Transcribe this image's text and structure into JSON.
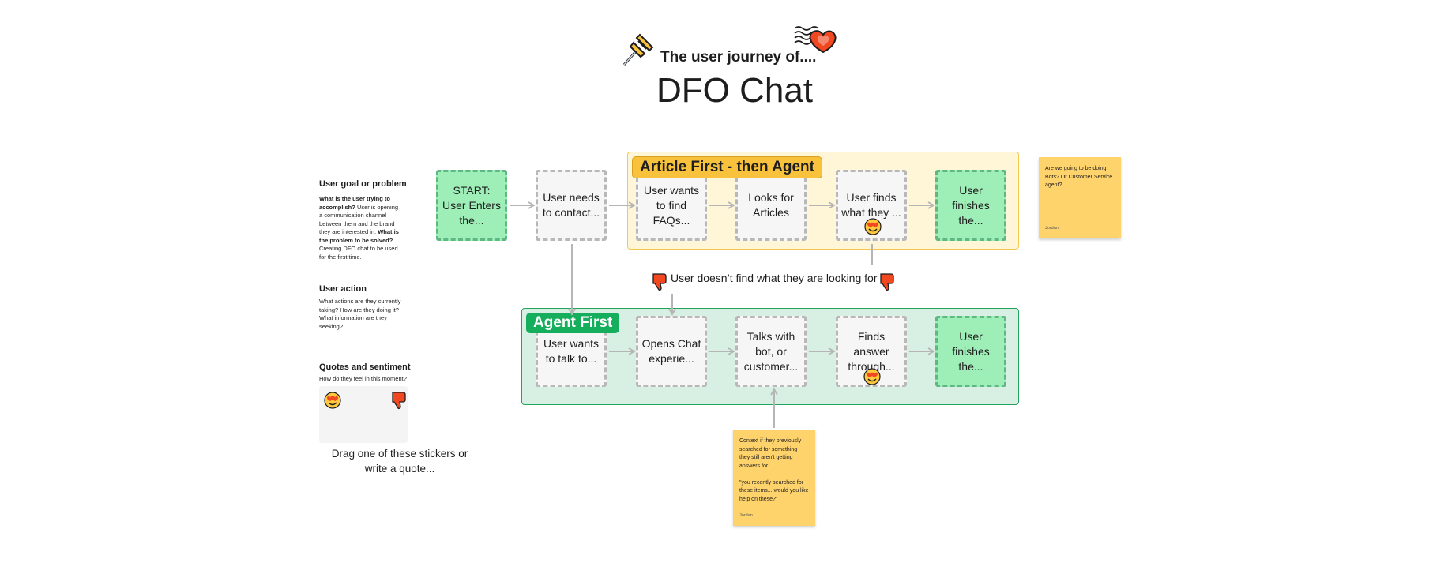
{
  "header": {
    "subtitle": "The user journey of....",
    "title": "DFO Chat"
  },
  "sidebar": {
    "goal": {
      "heading": "User goal or problem",
      "q1": "What is the user trying to accomplish?",
      "a1": " User is opening a communication channel between them and the brand they are interested in.",
      "q2": " What is the problem to be solved?",
      "a2": " Creating DFO chat to be used for the first time."
    },
    "action": {
      "heading": "User action",
      "text": "What actions are they currently taking? How are they doing it? What information are they seeking?"
    },
    "quotes": {
      "heading": "Quotes and sentiment",
      "text": "How do they feel in this moment?",
      "drag_text": "Drag one of these stickers or write a quote..."
    }
  },
  "sections": {
    "article_first": "Article First - then Agent",
    "agent_first": "Agent First"
  },
  "steps": {
    "start": "START: User Enters the...",
    "contact": "User needs to contact...",
    "faqs": "User wants to find FAQs...",
    "articles": "Looks for Articles",
    "finds": "User finds what they ...",
    "finish1": "User finishes the...",
    "talk": "User wants to talk to...",
    "opens": "Opens Chat experie...",
    "bot": "Talks with bot, or customer...",
    "answer": "Finds answer through...",
    "finish2": "User finishes the..."
  },
  "note": {
    "text": "User doesn’t find what they are looking for"
  },
  "stickies": {
    "bots": {
      "text": "Are we going to be doing Bots? Or Customer Service agent?",
      "author": "Jordan"
    },
    "context": {
      "text1": "Context if they previously searched for something they still aren't getting answers for.",
      "text2": "\"you recently searched for these items... would you like help on these?\"",
      "author": "Jordan"
    }
  },
  "colors": {
    "article_tag": "#f9c23c",
    "agent_tag": "#14ae5c",
    "green_step": "#9eeeb7",
    "sticky": "#ffd36b"
  }
}
